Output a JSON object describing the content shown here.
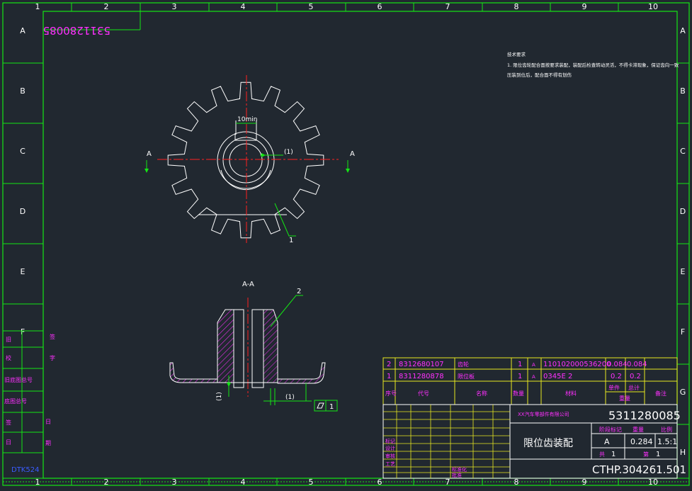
{
  "colors": {
    "background": "#212830",
    "frame": "#14e614",
    "outline": "#ffffff",
    "centerline": "#ff2020",
    "table": "#e8e820",
    "magenta": "#ff30ff",
    "leader": "#14e614",
    "blue_text": "#3a5cff"
  },
  "grid": {
    "columns": [
      "1",
      "2",
      "3",
      "4",
      "5",
      "6",
      "7",
      "8",
      "9",
      "10"
    ],
    "rows": [
      "A",
      "B",
      "C",
      "D",
      "E",
      "F",
      "G",
      "H"
    ]
  },
  "drawing_number_mirrored": "5311280085",
  "tech_notes": {
    "title": "技术要求",
    "line1": "1. 限位齿轮配合面按要求装配，装配后检查转动灵活，不得卡滞现象，保证齿向一致",
    "line2": "压装到位后，配合面不得有划伤"
  },
  "front_view": {
    "dimension": "10min",
    "section_mark": "A",
    "surface_mark": "(1)",
    "balloon": "1"
  },
  "section_view": {
    "title": "A-A",
    "balloon": "2",
    "surface_mark": "(1)",
    "side_mark": "(1)",
    "flatness_value": "1"
  },
  "parts_list": [
    {
      "no": "2",
      "code": "8312680107",
      "name": "齿轮",
      "qty": "1",
      "material_mark": "A",
      "material": "110102000536200",
      "unit_weight": "0.084",
      "total_weight": "0.084"
    },
    {
      "no": "1",
      "code": "8311280878",
      "name": "限位板",
      "qty": "1",
      "material_mark": "A",
      "material": "0345E 2",
      "unit_weight": "0.2",
      "total_weight": "0.2"
    }
  ],
  "parts_header": {
    "seq": "序号",
    "code": "代号",
    "name": "名称",
    "qty": "数量",
    "material": "材料",
    "unit": "单件",
    "total": "总计",
    "weight": "重量",
    "remark": "备注"
  },
  "title_block": {
    "company": "XX汽车零部件有限公司",
    "part_number": "5311280085",
    "drawing_title": "限位齿装配",
    "stage_label": "阶段标记",
    "weight_label": "重量",
    "scale_label": "比例",
    "stage_value": "A",
    "weight_value": "0.284",
    "scale_value": "1.5:1",
    "sheets_label": "共",
    "sheets_value": "1",
    "sheet_label": "第",
    "sheet_value": "1",
    "code": "CTHP.304261.501",
    "sign_rows": [
      "标记",
      "设计",
      "审核",
      "工艺",
      "标准化",
      "批准"
    ]
  },
  "left_strip": {
    "labels": [
      "旧",
      "校",
      "旧底图总号",
      "底图总号",
      "签",
      "日"
    ],
    "side_marks": [
      "签",
      "字",
      "日",
      "期"
    ],
    "bottom_code": "DTK524"
  }
}
